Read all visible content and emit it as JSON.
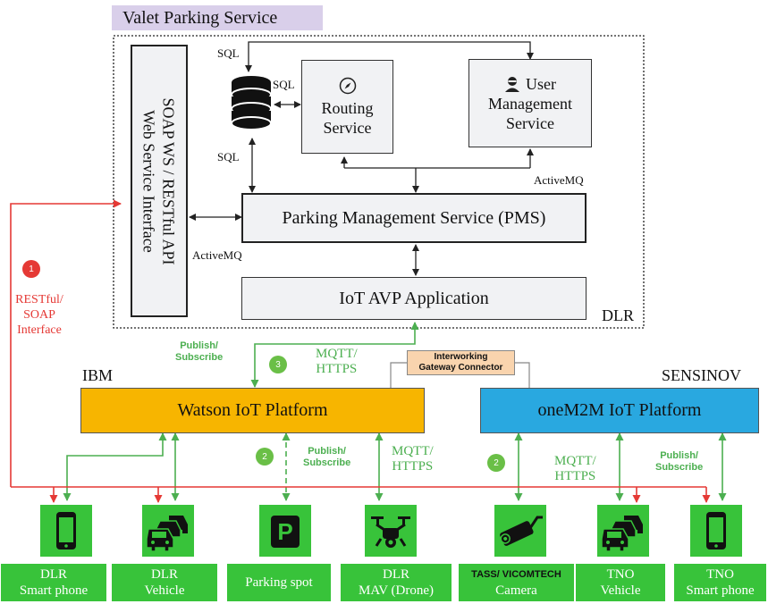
{
  "title": "Valet Parking Service",
  "soap": {
    "line1": "SOAP WS / RESTful API",
    "line2": "Web Service Interface"
  },
  "routing": {
    "line1": "Routing",
    "line2": "Service"
  },
  "user_mgmt": {
    "line1": "User",
    "line2": "Management",
    "line3": "Service"
  },
  "pms": "Parking Management Service (PMS)",
  "iot_avp": "IoT AVP Application",
  "dlr": "DLR",
  "labels": {
    "sql_top": "SQL",
    "sql_right": "SQL",
    "sql_left": "SQL",
    "activemq_right": "ActiveMQ",
    "activemq_left": "ActiveMQ"
  },
  "restful": {
    "line1": "RESTful/",
    "line2": "SOAP",
    "line3": "Interface"
  },
  "badges": {
    "b1": "1",
    "b2a": "2",
    "b2b": "2",
    "b3": "3"
  },
  "publish_subscribe": {
    "line1": "Publish/",
    "line2": "Subscribe"
  },
  "mqtt": {
    "line1": "MQTT/",
    "line2": "HTTPS"
  },
  "ibm": "IBM",
  "sensinov": "SENSINOV",
  "gateway": {
    "line1": "Interworking",
    "line2": "Gateway Connector"
  },
  "watson": "Watson IoT Platform",
  "onem2m": "oneM2M IoT Platform",
  "devices": [
    {
      "line1": "DLR",
      "line2": "Smart phone"
    },
    {
      "line1": "DLR",
      "line2": "Vehicle"
    },
    {
      "line1": "Parking spot",
      "line2": ""
    },
    {
      "line1": "DLR",
      "line2": "MAV (Drone)"
    },
    {
      "line1": "TASS/ VICOMTECH",
      "line2": "Camera"
    },
    {
      "line1": "TNO",
      "line2": "Vehicle"
    },
    {
      "line1": "TNO",
      "line2": "Smart phone"
    }
  ],
  "parking_symbol": "P",
  "colors": {
    "device_green": "#38c33a",
    "arrow_green": "#4caf50",
    "arrow_red": "#e53935",
    "watson_orange": "#f7b500",
    "onem2m_blue": "#29a8e0",
    "gateway_fill": "#f9d4ae",
    "title_fill": "#d9cfea",
    "box_fill": "#f1f2f4"
  }
}
